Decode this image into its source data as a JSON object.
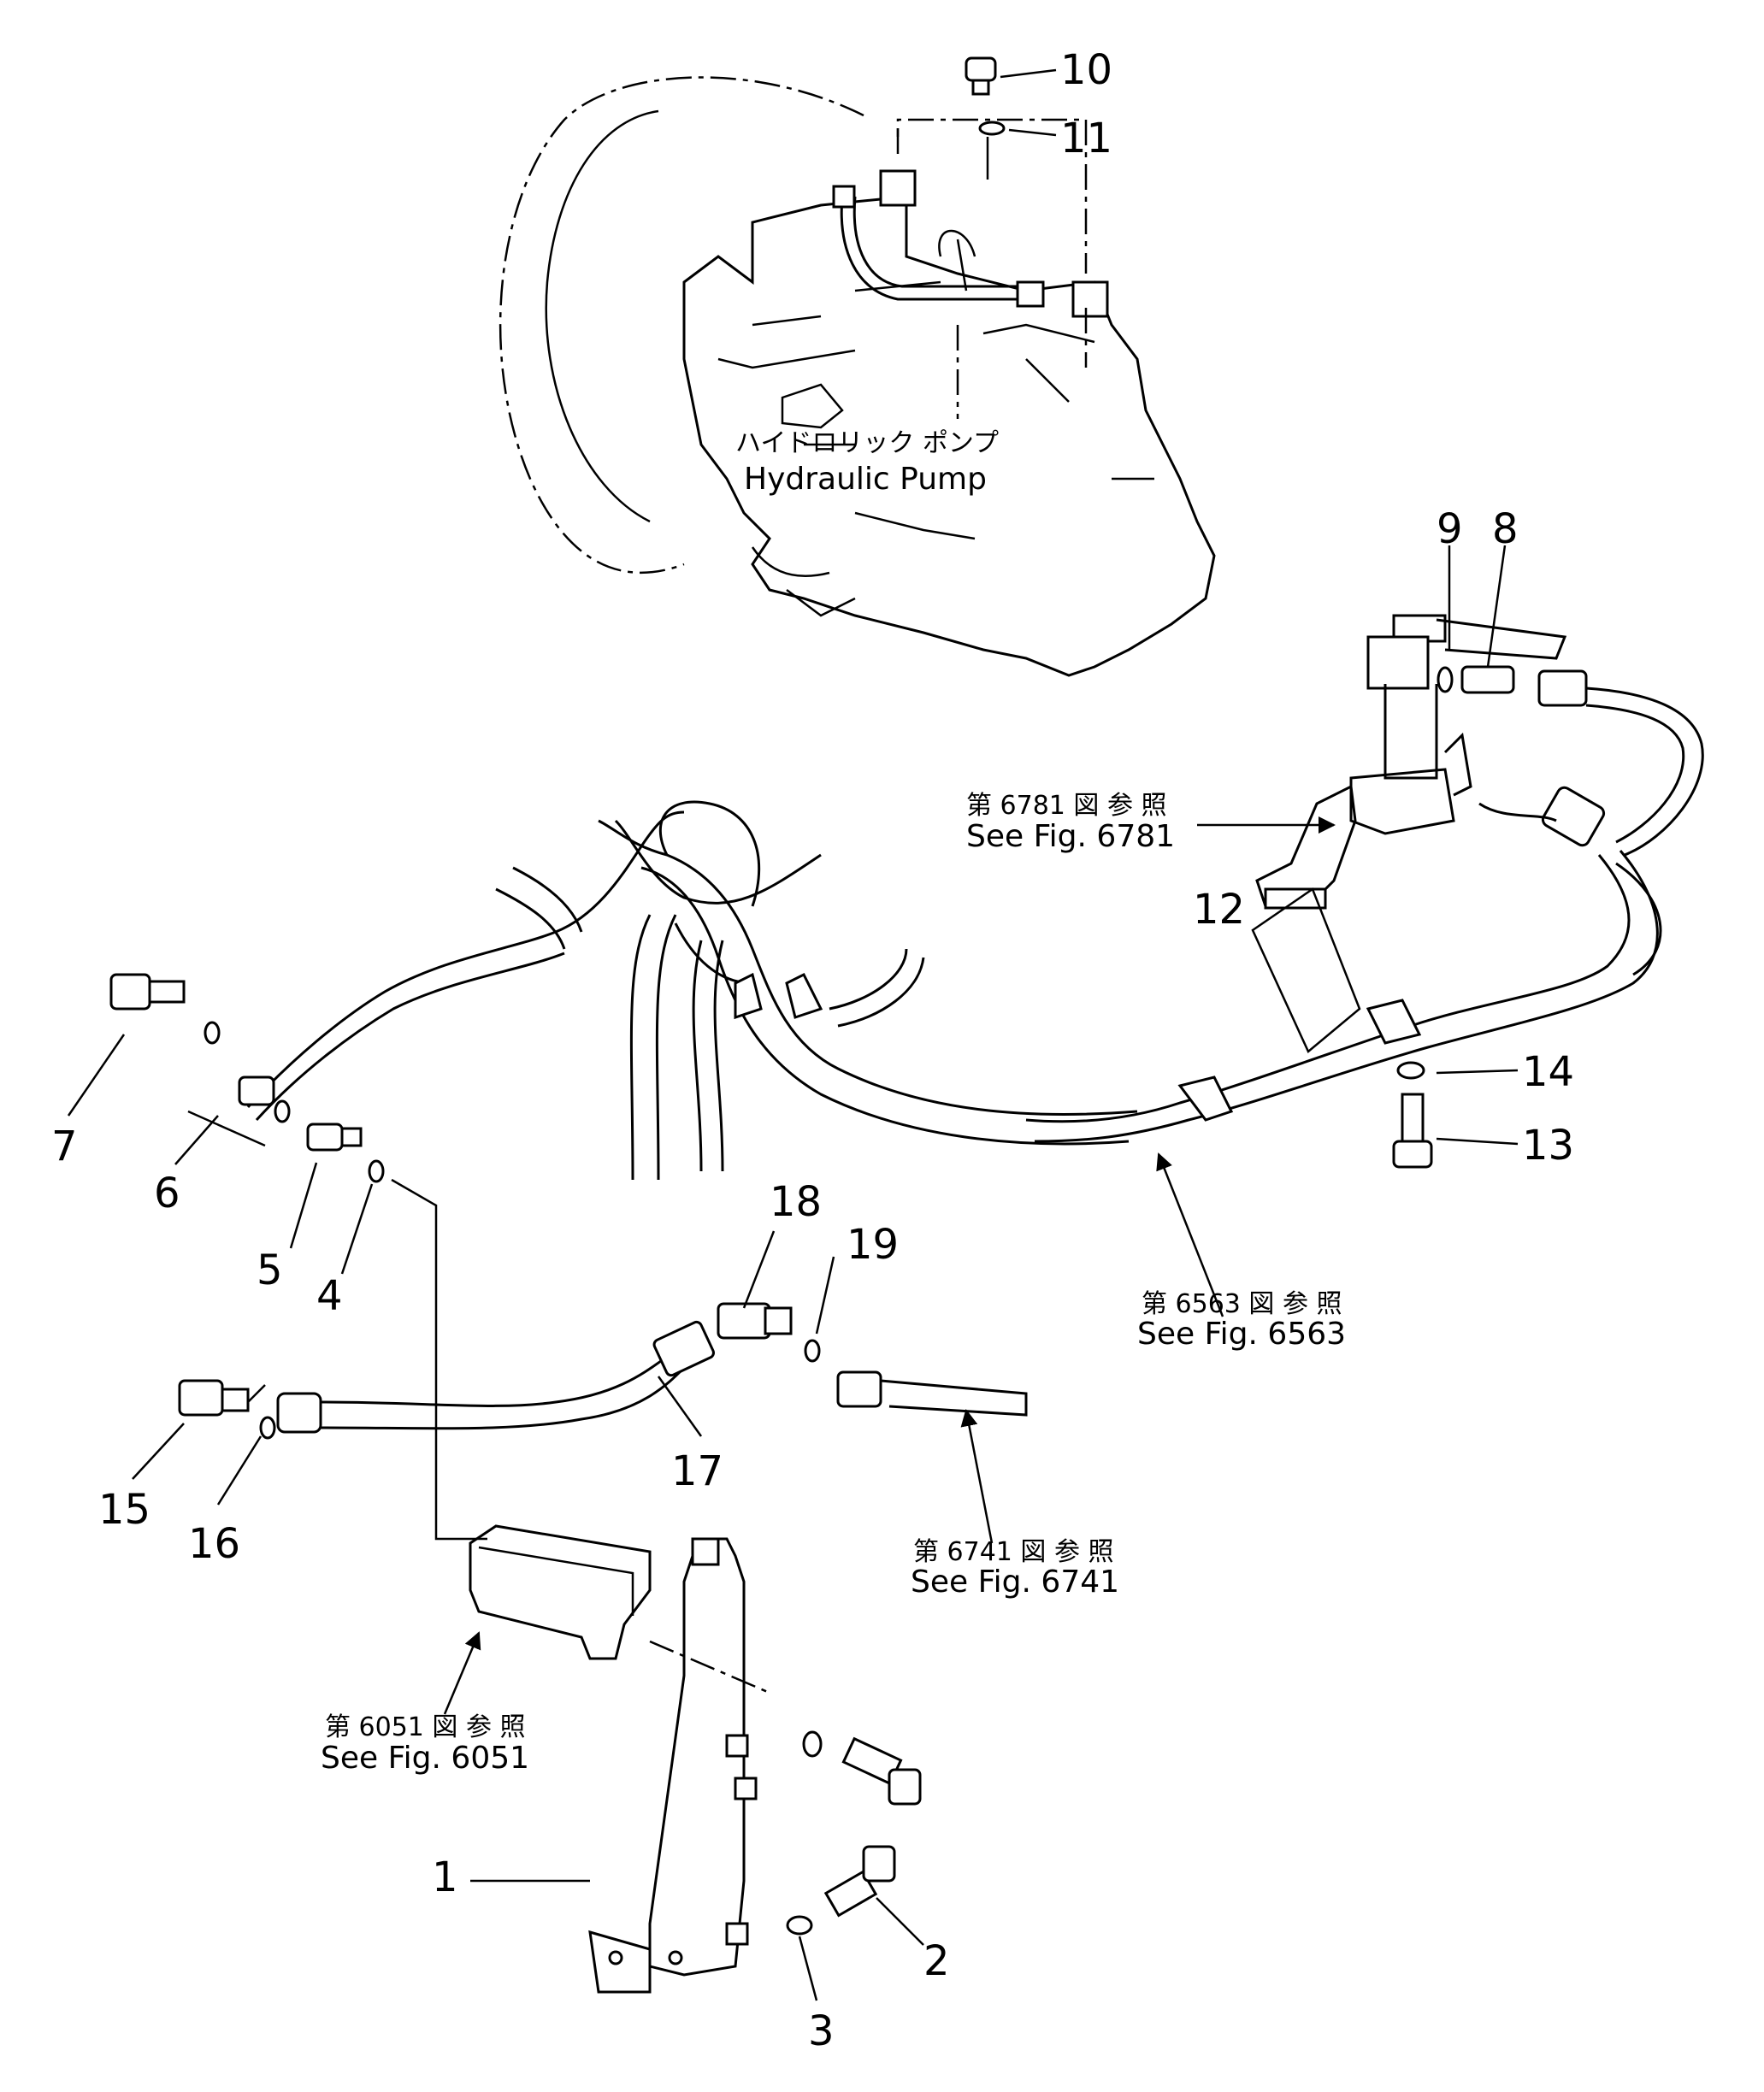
{
  "diagram": {
    "pump_label_jp": "ハイドロリック ポンプ",
    "pump_label_en": "Hydraulic Pump",
    "references": [
      {
        "jp": "第 6781 図 参 照",
        "en": "See Fig. 6781"
      },
      {
        "jp": "第 6563 図 参 照",
        "en": "See Fig. 6563"
      },
      {
        "jp": "第 6741 図 参 照",
        "en": "See Fig. 6741"
      },
      {
        "jp": "第 6051 図 参 照",
        "en": "See Fig. 6051"
      }
    ],
    "part_numbers": [
      "1",
      "2",
      "3",
      "4",
      "5",
      "6",
      "7",
      "8",
      "9",
      "10",
      "11",
      "12",
      "13",
      "14",
      "15",
      "16",
      "17",
      "18",
      "19"
    ]
  }
}
